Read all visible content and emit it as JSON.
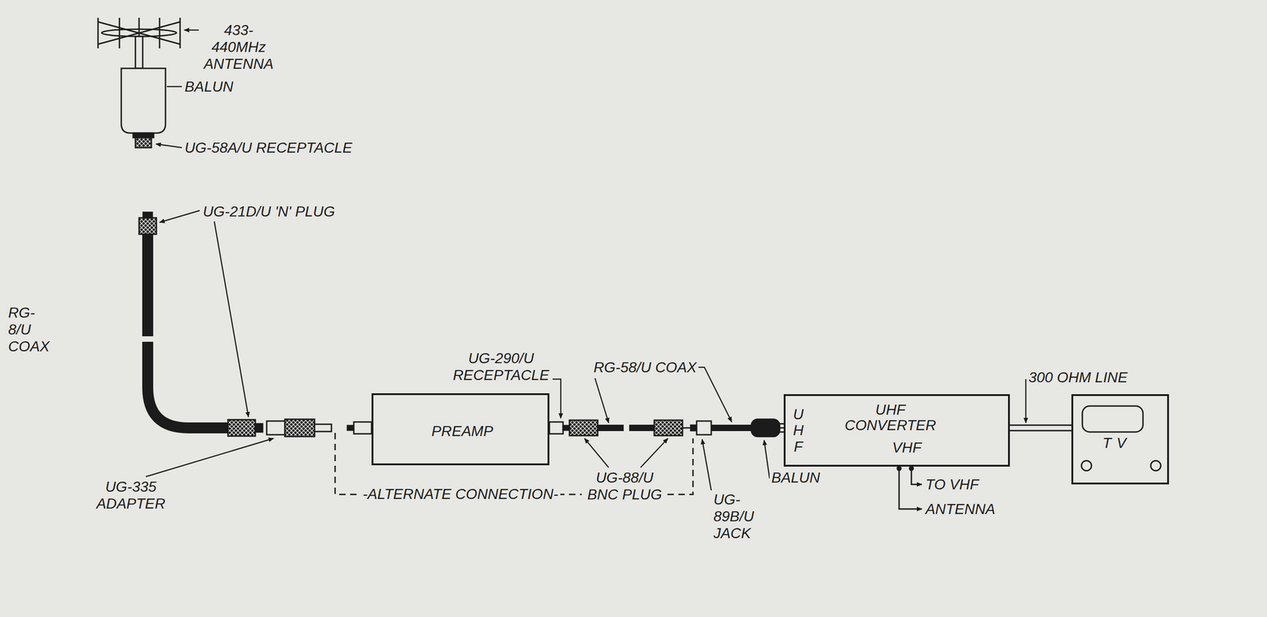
{
  "diagram": {
    "nodes": [
      {
        "text": [
          "PREAMP"
        ]
      },
      {
        "text": [
          "UHF",
          "UHF CONVERTER",
          "VHF"
        ]
      },
      {
        "text": [
          "TV"
        ]
      }
    ],
    "edges": [
      {
        "from": 0,
        "to": 1,
        "arrow": "none"
      },
      {
        "from": 1,
        "to": 2,
        "arrow": "none"
      }
    ],
    "labels": [
      "433-440MHz ANTENNA",
      "BALUN",
      "UG-58A/U RECEPTACLE",
      "UG-21D/U 'N' PLUG",
      "UG-290/U RECEPTACLE",
      "RG-8/U COAX",
      "RG-58/U COAX",
      "300 OHM LINE",
      "UG-335 ADAPTER",
      "UG-88/U BNC PLUG",
      "BALUN",
      "UG-89B/U JACK",
      "TO VHF ANTENNA",
      "-ALTERNATE CONNECTION-"
    ]
  }
}
